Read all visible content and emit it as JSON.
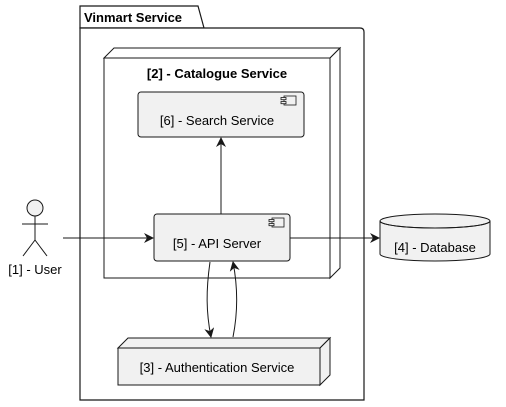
{
  "diagram": {
    "package": {
      "label": "Vinmart Service"
    },
    "node_catalogue": {
      "label": "[2] - Catalogue Service"
    },
    "component_search": {
      "label": "[6] - Search Service"
    },
    "component_api": {
      "label": "[5] - API Server"
    },
    "node_auth": {
      "label": "[3] - Authentication Service"
    },
    "database": {
      "label": "[4] - Database"
    },
    "actor": {
      "label": "[1] - User"
    }
  },
  "colors": {
    "fill": "#f1f1f1",
    "stroke": "#181818",
    "background": "#ffffff"
  }
}
